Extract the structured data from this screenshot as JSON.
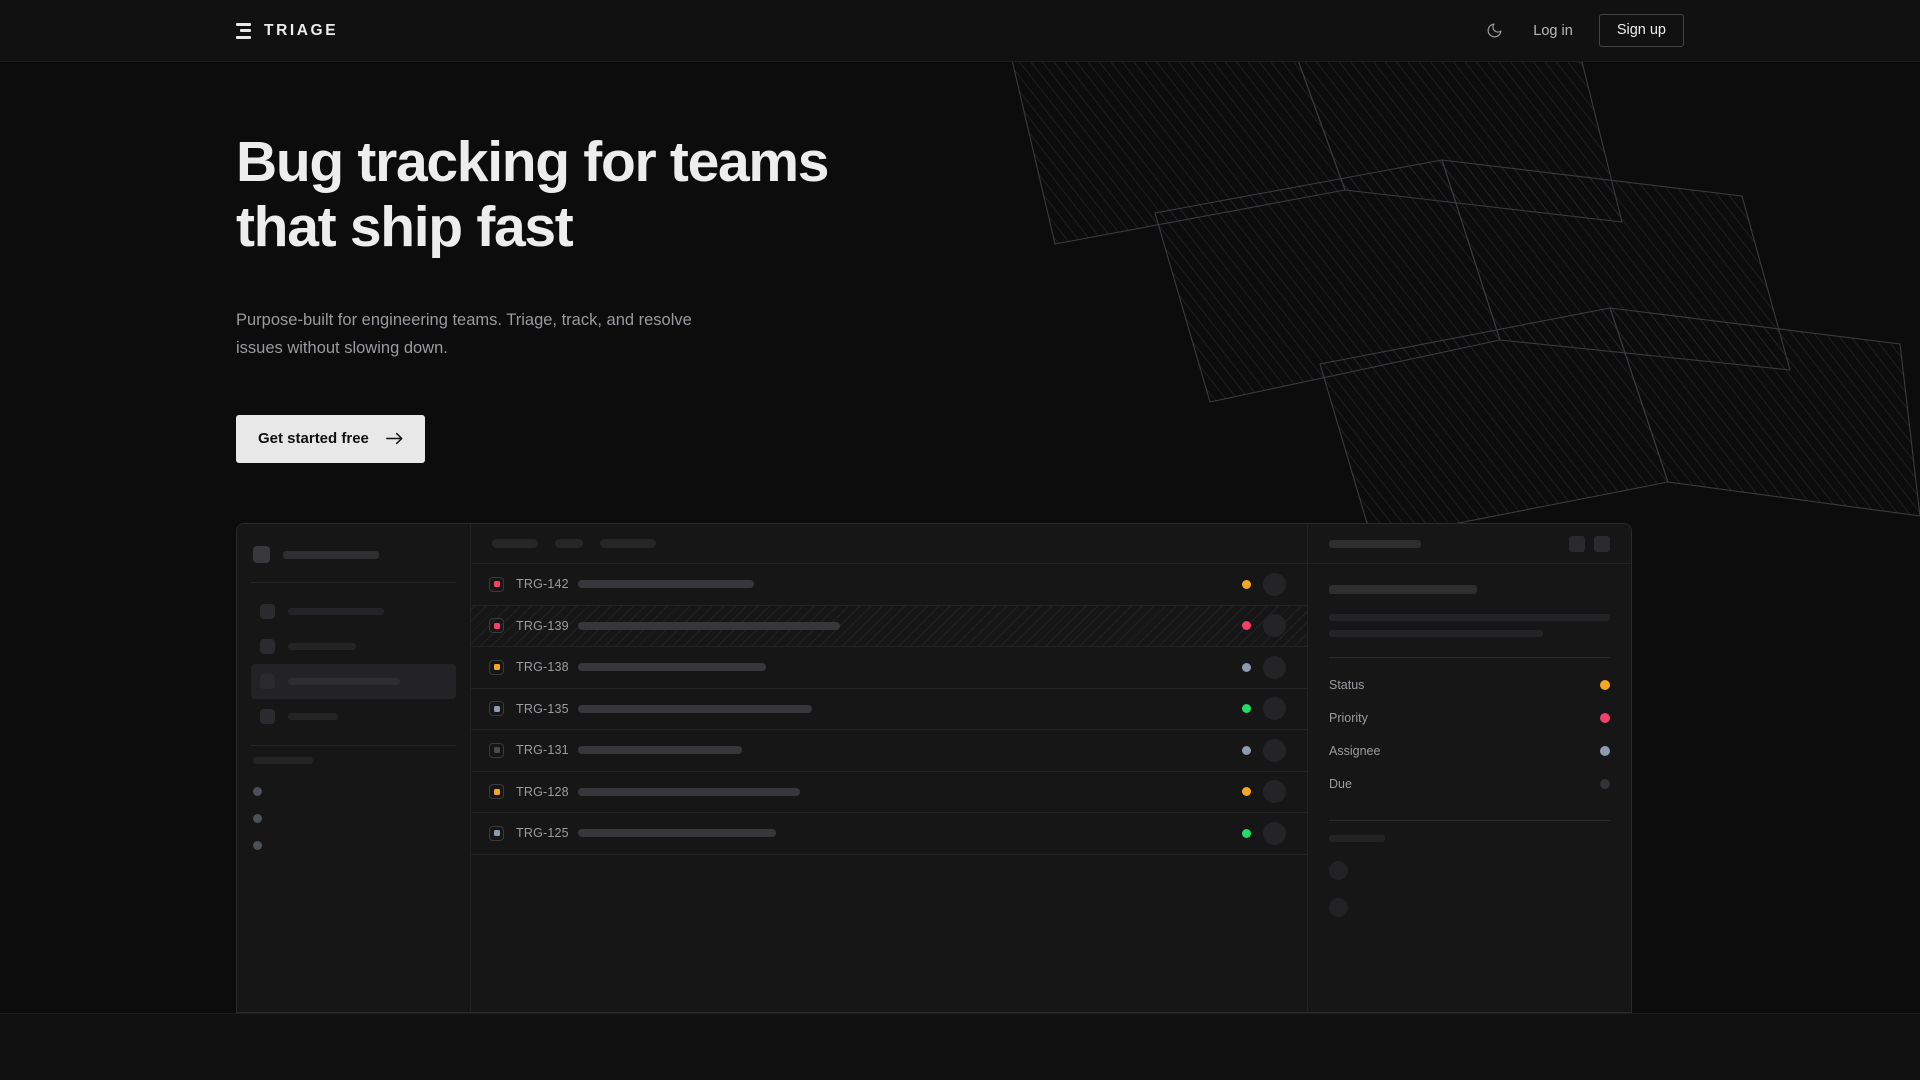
{
  "brand": {
    "name": "TRIAGE",
    "mark_icon": "stacked-bars-logo-icon"
  },
  "header": {
    "theme_toggle_icon": "moon-icon",
    "login_label": "Log in",
    "signup_label": "Sign up"
  },
  "hero": {
    "headline_line1": "Bug tracking for teams",
    "headline_line2": "that ship fast",
    "subtext": "Purpose-built for engineering teams. Triage, track, and resolve issues without slowing down.",
    "cta_label": "Get started free",
    "cta_icon": "arrow-right-icon"
  },
  "colors": {
    "page_bg": "#0c0c0d",
    "panel_bg": "#161617",
    "border": "#2b2b2f",
    "text_primary": "#ededee",
    "text_muted": "#9a9a9f",
    "cta_bg": "#e8e8e8",
    "amber": "#f5a623",
    "pink": "#f43f68",
    "green": "#22dd66",
    "slate": "#8c9bb0",
    "gray": "#4a4a4f"
  },
  "mockup": {
    "sidebar": {
      "workspace_icon": "workspace-square-icon",
      "nav_items": [
        {
          "icon": "nav-item-icon",
          "active": false,
          "width": 96
        },
        {
          "icon": "nav-item-icon",
          "active": false,
          "width": 68
        },
        {
          "icon": "nav-item-icon",
          "active": true,
          "width": 112
        },
        {
          "icon": "nav-item-icon",
          "active": false,
          "width": 50
        }
      ],
      "section_label_width": 60,
      "project_dots": 3
    },
    "list": {
      "header_chips": [
        46,
        28,
        56
      ],
      "rows": [
        {
          "key": "TRG-142",
          "priority_color": "#f43f68",
          "status_color": "#f5a623",
          "title_width": 176,
          "selected": false
        },
        {
          "key": "TRG-139",
          "priority_color": "#f43f68",
          "status_color": "#f43f68",
          "title_width": 262,
          "selected": true
        },
        {
          "key": "TRG-138",
          "priority_color": "#f5a623",
          "status_color": "#8c9bb0",
          "title_width": 188,
          "selected": false
        },
        {
          "key": "TRG-135",
          "priority_color": "#8c9bb0",
          "status_color": "#22dd66",
          "title_width": 234,
          "selected": false
        },
        {
          "key": "TRG-131",
          "priority_color": "#4a4a4f",
          "status_color": "#8c9bb0",
          "title_width": 164,
          "selected": false
        },
        {
          "key": "TRG-128",
          "priority_color": "#f5a623",
          "status_color": "#f5a623",
          "title_width": 222,
          "selected": false
        },
        {
          "key": "TRG-125",
          "priority_color": "#8c9bb0",
          "status_color": "#22dd66",
          "title_width": 198,
          "selected": false
        }
      ]
    },
    "detail": {
      "header_title_width": 92,
      "action_icons": [
        "detail-action-icon",
        "detail-action-icon"
      ],
      "body_title_width": 148,
      "body_line_widths": [
        281,
        214
      ],
      "meta": [
        {
          "label": "Status",
          "color": "#f5a623"
        },
        {
          "label": "Priority",
          "color": "#f43f68"
        },
        {
          "label": "Assignee",
          "color": "#8c9bb0"
        },
        {
          "label": "Due",
          "color": "#333337"
        }
      ],
      "people_label_width": 56,
      "people_count": 2
    }
  }
}
